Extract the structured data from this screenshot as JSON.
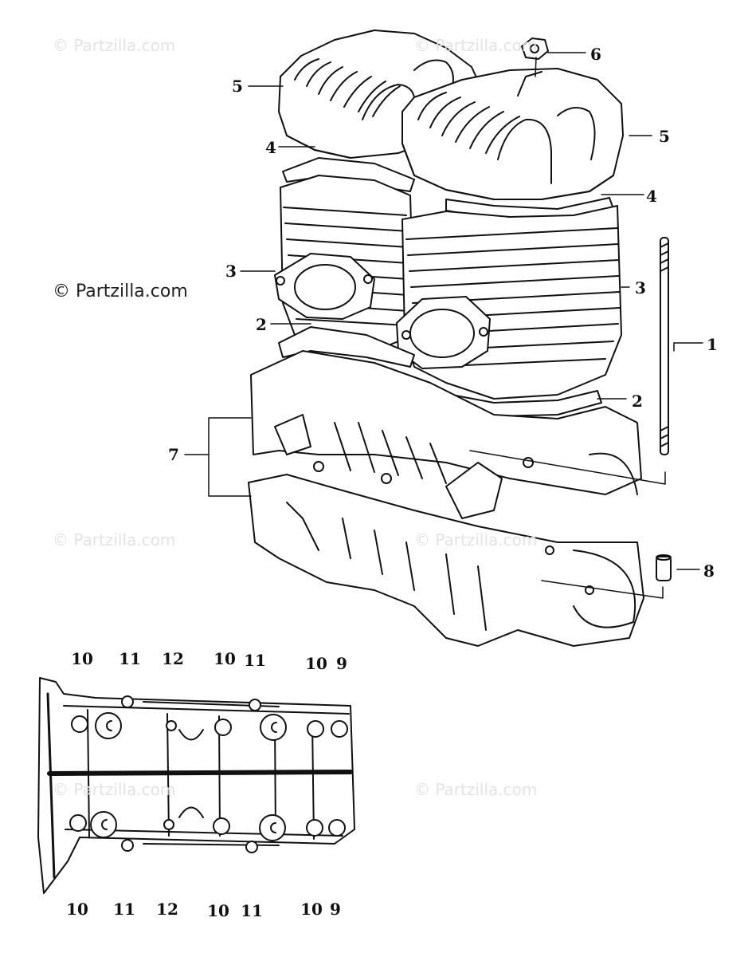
{
  "watermarks": {
    "top_left": "© Partzilla.com",
    "top_center": "© Partzilla.com",
    "main": "© Partzilla.com",
    "mid_left": "© Partzilla.com",
    "mid_center": "© Partzilla.com",
    "bottom_left": "© Partzilla.com",
    "bottom_right": "© Partzilla.com"
  },
  "callouts": {
    "c1": "1",
    "c2a": "2",
    "c2b": "2",
    "c3a": "3",
    "c3b": "3",
    "c4a": "4",
    "c4b": "4",
    "c5a": "5",
    "c5b": "5",
    "c6": "6",
    "c7": "7",
    "c8": "8",
    "b_top_10a": "10",
    "b_top_11a": "11",
    "b_top_12": "12",
    "b_top_10b": "10",
    "b_top_11b": "11",
    "b_top_10c": "10",
    "b_top_9": "9",
    "b_bot_10a": "10",
    "b_bot_11a": "11",
    "b_bot_12": "12",
    "b_bot_10b": "10",
    "b_bot_11b": "11",
    "b_bot_10c": "10",
    "b_bot_9": "9"
  }
}
